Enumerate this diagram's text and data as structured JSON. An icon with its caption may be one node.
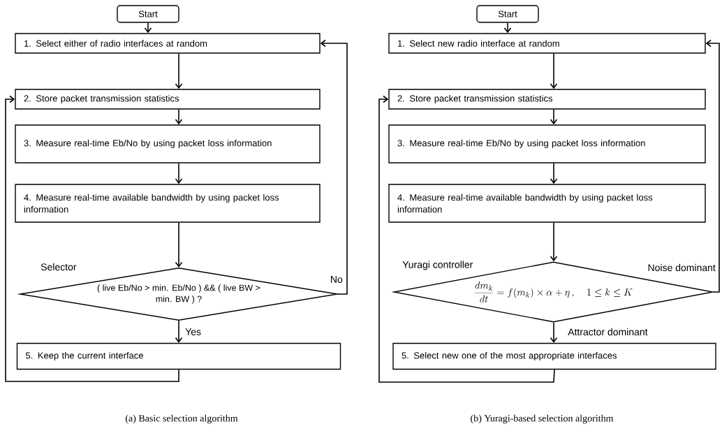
{
  "diagram": {
    "nodes": [
      {
        "text": [
          "Start"
        ]
      },
      {
        "text": [
          "1. Select either of radio interfaces at random"
        ]
      },
      {
        "text": [
          "2. Store packet transmission statistics"
        ]
      },
      {
        "text": [
          "3. Measure real-time Eb/No by using packet loss information"
        ]
      },
      {
        "text": [
          "4. Measure real-time available bandwidth by using packet loss information"
        ]
      },
      {
        "text": [
          "( live Eb/No > min. Eb/No ) && ( live BW > min. BW ) ?"
        ],
        "beside": [
          "Selector"
        ]
      },
      {
        "text": [
          "5. Keep the current interface"
        ]
      },
      {
        "text": [
          "Start"
        ]
      },
      {
        "text": [
          "1. Select new radio interface at random"
        ]
      },
      {
        "text": [
          "2. Store packet transmission statistics"
        ]
      },
      {
        "text": [
          "3. Measure real-time Eb/No by using packet loss information"
        ]
      },
      {
        "text": [
          "4. Measure real-time available bandwidth by using packet loss information"
        ]
      },
      {
        "text": [
          "\\frac{dm_k}{dt} = f(m_k)\\times\\alpha+\\eta\\,,\\quad 1\\le k\\le K"
        ],
        "beside": [
          "Yuragi controller"
        ]
      },
      {
        "text": [
          "5. Select new one of the most appropriate interfaces"
        ]
      }
    ],
    "edges": [
      {
        "from": 0,
        "to": 1,
        "arrow": "to"
      },
      {
        "from": 1,
        "to": 2,
        "arrow": "to"
      },
      {
        "from": 2,
        "to": 3,
        "arrow": "to"
      },
      {
        "from": 3,
        "to": 4,
        "arrow": "to"
      },
      {
        "from": 4,
        "to": 5,
        "arrow": "to"
      },
      {
        "from": 5,
        "to": 6,
        "arrow": "to",
        "label": "Yes"
      },
      {
        "from": 5,
        "to": 1,
        "arrow": "to",
        "label": "No"
      },
      {
        "from": 6,
        "to": 2,
        "arrow": "to"
      },
      {
        "from": 7,
        "to": 8,
        "arrow": "to"
      },
      {
        "from": 8,
        "to": 9,
        "arrow": "to"
      },
      {
        "from": 9,
        "to": 10,
        "arrow": "to"
      },
      {
        "from": 10,
        "to": 11,
        "arrow": "to"
      },
      {
        "from": 11,
        "to": 12,
        "arrow": "to"
      },
      {
        "from": 12,
        "to": 13,
        "arrow": "to",
        "label": "Attractor dominant"
      },
      {
        "from": 12,
        "to": 8,
        "arrow": "to",
        "label": "Noise dominant"
      },
      {
        "from": 13,
        "to": 9,
        "arrow": "to"
      }
    ],
    "labels": [
      "(a) Basic selection algorithm",
      "(b) Yuragi-based selection algorithm"
    ]
  }
}
